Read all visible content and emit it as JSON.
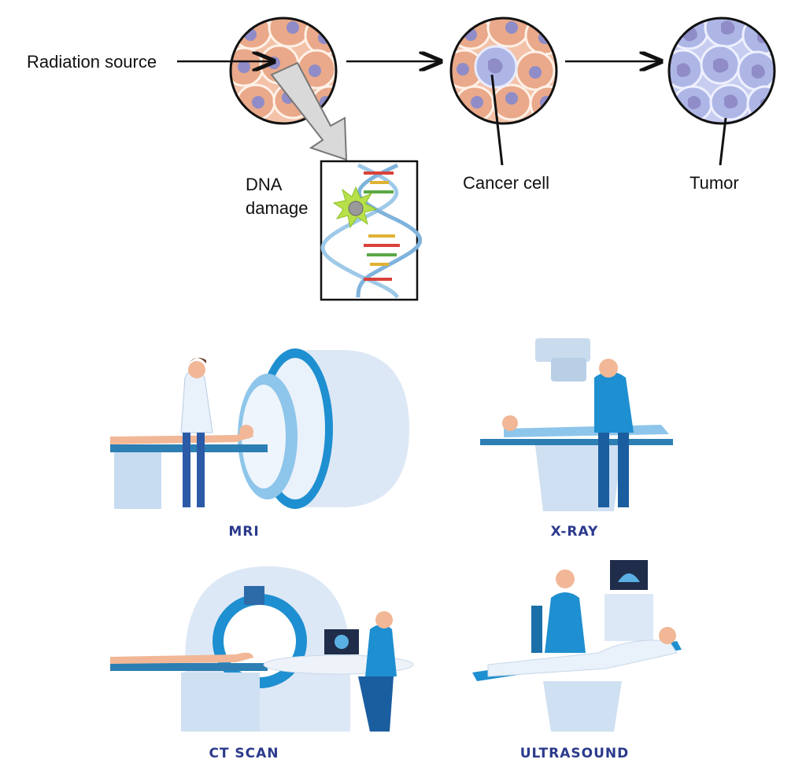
{
  "diagram": {
    "radiation_label": "Radiation source",
    "dna_label_1": "DNA",
    "dna_label_2": "damage",
    "cancer_label": "Cancer cell",
    "tumor_label": "Tumor"
  },
  "imaging": {
    "mri": "MRI",
    "xray": "X-RAY",
    "ct": "CT SCAN",
    "ultrasound": "ULTRASOUND"
  },
  "colors": {
    "healthy_cell": "#e9a98a",
    "nucleus": "#8f8cc8",
    "tumor_cell": "#aeb6e6",
    "machine": "#dce9f7",
    "accent_blue": "#1e8fd0",
    "caption": "#2b3a8c"
  }
}
